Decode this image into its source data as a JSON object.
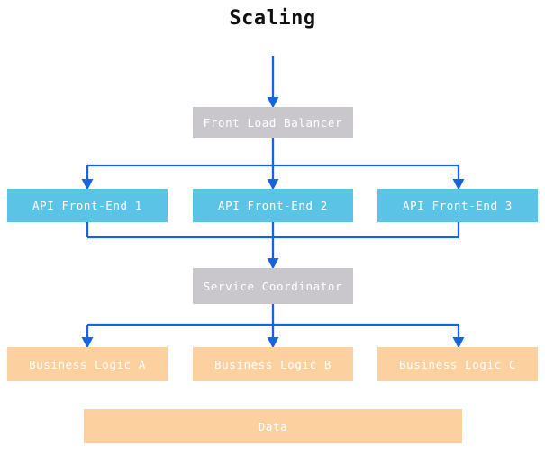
{
  "title": "Scaling",
  "theme": {
    "background": "#ffffff",
    "title_color": "#111111",
    "edge_color": "#1565e0",
    "node_gray": "#c9c6cc",
    "node_blue": "#5bc4e6",
    "node_orange": "#fdd0a0",
    "node_text_color": "#ffffff"
  },
  "nodes": {
    "front_load_balancer": "Front Load Balancer",
    "api_front_end_1": "API Front-End 1",
    "api_front_end_2": "API Front-End 2",
    "api_front_end_3": "API Front-End 3",
    "service_coordinator": "Service Coordinator",
    "business_logic_a": "Business Logic A",
    "business_logic_b": "Business Logic B",
    "business_logic_c": "Business Logic C",
    "data": "Data"
  },
  "layers": [
    {
      "name": "entry-arrow",
      "kind": "arrow"
    },
    {
      "name": "load-balancer-layer",
      "kind": "node-row",
      "count": 1
    },
    {
      "name": "api-layer",
      "kind": "node-row",
      "count": 3
    },
    {
      "name": "coordinator-layer",
      "kind": "node-row",
      "count": 1
    },
    {
      "name": "business-logic-layer",
      "kind": "node-row",
      "count": 3
    },
    {
      "name": "data-layer",
      "kind": "node-row",
      "count": 1
    }
  ],
  "edges": [
    {
      "from": "entry",
      "to": "front_load_balancer",
      "style": "arrow"
    },
    {
      "from": "front_load_balancer",
      "to": "api_front_end_1",
      "style": "bus-branch-arrow"
    },
    {
      "from": "front_load_balancer",
      "to": "api_front_end_2",
      "style": "bus-branch-arrow"
    },
    {
      "from": "front_load_balancer",
      "to": "api_front_end_3",
      "style": "bus-branch-arrow"
    },
    {
      "from": "api_front_end_1",
      "to": "service_coordinator",
      "style": "bus-merge-arrow"
    },
    {
      "from": "api_front_end_2",
      "to": "service_coordinator",
      "style": "bus-merge-arrow"
    },
    {
      "from": "api_front_end_3",
      "to": "service_coordinator",
      "style": "bus-merge-arrow"
    },
    {
      "from": "service_coordinator",
      "to": "business_logic_a",
      "style": "bus-branch-arrow"
    },
    {
      "from": "service_coordinator",
      "to": "business_logic_b",
      "style": "bus-branch-arrow"
    },
    {
      "from": "service_coordinator",
      "to": "business_logic_c",
      "style": "bus-branch-arrow"
    }
  ]
}
